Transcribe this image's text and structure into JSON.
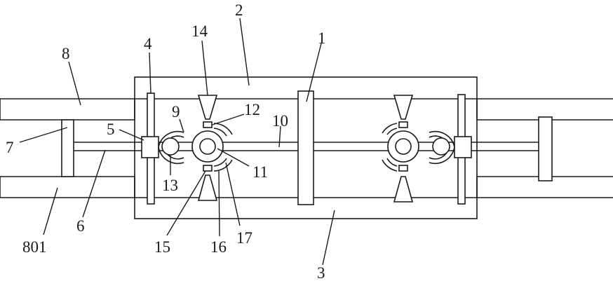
{
  "labels": {
    "l1": "1",
    "l2": "2",
    "l3": "3",
    "l4": "4",
    "l5": "5",
    "l6": "6",
    "l7": "7",
    "l8": "8",
    "l9": "9",
    "l10": "10",
    "l11": "11",
    "l12": "12",
    "l13": "13",
    "l14": "14",
    "l15": "15",
    "l16": "16",
    "l17": "17",
    "l801": "801"
  }
}
